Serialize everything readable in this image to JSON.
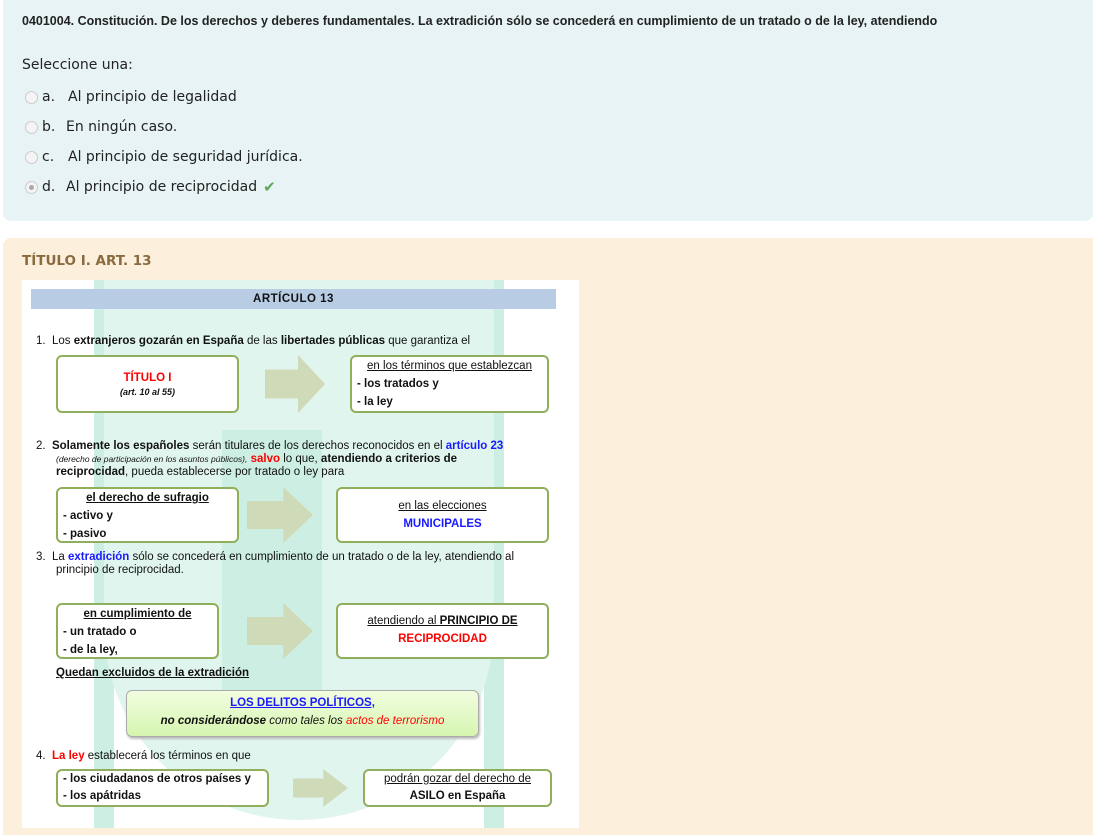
{
  "question": {
    "text": "0401004. Constitución. De los derechos y deberes fundamentales. La extradición sólo se concederá en cumplimiento de un tratado o de la ley, atendiendo",
    "prompt": "Seleccione una:",
    "options": [
      {
        "letter": "a.",
        "text": "Al principio de legalidad",
        "selected": false
      },
      {
        "letter": "b.",
        "text": "En ningún caso.",
        "selected": false
      },
      {
        "letter": "c.",
        "text": "Al principio de seguridad jurídica.",
        "selected": false
      },
      {
        "letter": "d.",
        "text": "Al principio de reciprocidad",
        "selected": true,
        "correct": true
      }
    ]
  },
  "feedback": {
    "title": "TÍTULO I. ART. 13",
    "article": {
      "header": "ARTÍCULO 13",
      "p1": {
        "num": "1.",
        "a": "Los ",
        "b": "extranjeros gozarán en España",
        "c": " de las ",
        "d": "libertades públicas",
        "e": " que garantiza el"
      },
      "box1": {
        "title": "TÍTULO I",
        "sub": "(art. 10 al 55)"
      },
      "box2": {
        "title": "en los términos que establezcan",
        "l1": "- los tratados y",
        "l2": "- la ley"
      },
      "p2": {
        "num": "2.",
        "a": "Solamente los españoles",
        "b": " serán titulares de los derechos reconocidos en el ",
        "c": "artículo 23",
        "d": "(derecho de participación en los asuntos públicos),",
        "e": "salvo",
        "f": " lo que, ",
        "g": "atendiendo a criterios de",
        "h": "reciprocidad",
        "i": ", pueda establecerse por tratado o ley para"
      },
      "box3": {
        "title": "el derecho de sufragio",
        "l1": "- activo y",
        "l2": "- pasivo"
      },
      "box4": {
        "l1": "en las elecciones",
        "l2": "MUNICIPALES"
      },
      "p3": {
        "num": "3.",
        "a": "La ",
        "b": "extradición",
        "c": " sólo se concederá en cumplimiento de un tratado o de la ley, atendiendo al",
        "d": "principio de reciprocidad."
      },
      "box5": {
        "title": "en cumplimiento de",
        "l1": "- un tratado o",
        "l2": "- de la ley,"
      },
      "box6": {
        "a": "atendiendo al ",
        "b": "PRINCIPIO DE",
        "c": "RECIPROCIDAD"
      },
      "excl": "Quedan excluidos de la extradición",
      "box7": {
        "title": "LOS DELITOS POLÍTICOS,",
        "a": "no considerándose",
        "b": " como tales los ",
        "c": "actos de terrorismo"
      },
      "p4": {
        "num": "4.",
        "a": "La ley",
        "b": " establecerá los términos en que"
      },
      "box8": {
        "l1": "- los ciudadanos de otros países y",
        "l2": "- los apátridas"
      },
      "box9": {
        "l1": "podrán gozar del derecho de",
        "l2": "ASILO en España"
      }
    }
  }
}
